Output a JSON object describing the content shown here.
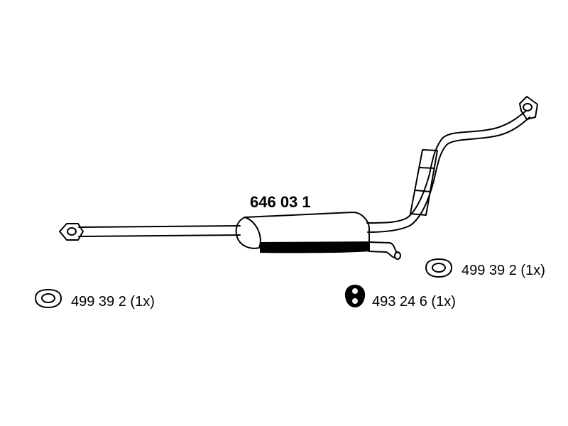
{
  "main_part": {
    "number": "646 03 1"
  },
  "accessories": [
    {
      "label": "499 39 2 (1x)",
      "icon": "gasket-icon"
    },
    {
      "label": "493 24 6 (1x)",
      "icon": "rubber-hanger-icon"
    },
    {
      "label": "499 39 2 (1x)",
      "icon": "gasket-icon"
    }
  ],
  "colors": {
    "line": "#000000",
    "background": "#ffffff"
  }
}
